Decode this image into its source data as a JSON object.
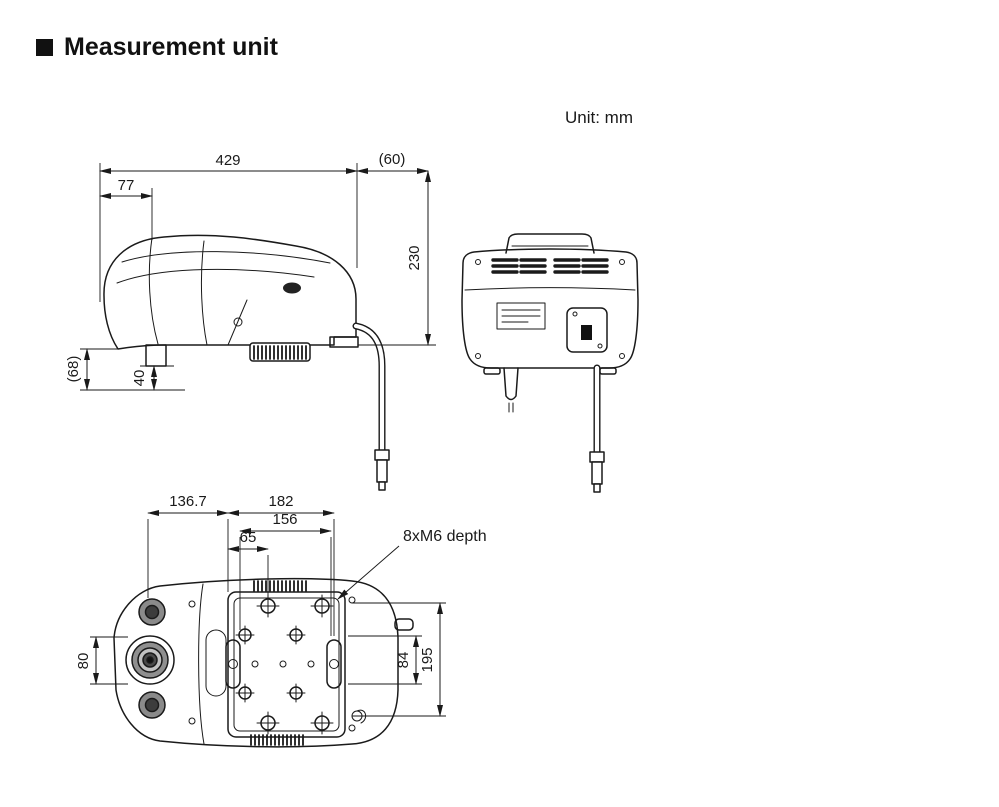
{
  "title": "Measurement unit",
  "unit_note": "Unit: mm",
  "dims": {
    "d429": "429",
    "d60": "(60)",
    "d77": "77",
    "d230": "230",
    "d68": "(68)",
    "d40": "40",
    "d136_7": "136.7",
    "d182": "182",
    "d156": "156",
    "d65": "65",
    "d80": "80",
    "d84": "84",
    "d195": "195",
    "thread_note": "8xM6 depth"
  }
}
